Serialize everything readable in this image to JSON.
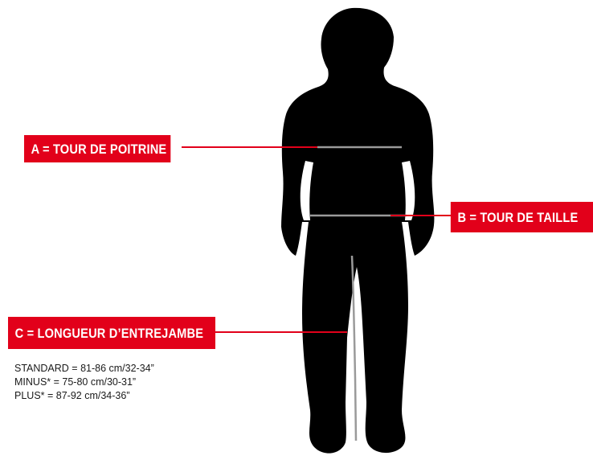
{
  "labels": {
    "a": "A = TOUR DE POITRINE",
    "b": "B =  TOUR DE TAILLE",
    "c": "C = LONGUEUR D’ENTREJAMBE"
  },
  "sizes": [
    "STANDARD = 81-86 cm/32-34”",
    "MINUS* = 75-80 cm/30-31”",
    "PLUS* = 87-92 cm/34-36”"
  ],
  "colors": {
    "accent": "#e2001a",
    "silhouette": "#000000",
    "measure_line": "#9a9a9a",
    "label_text": "#ffffff"
  }
}
